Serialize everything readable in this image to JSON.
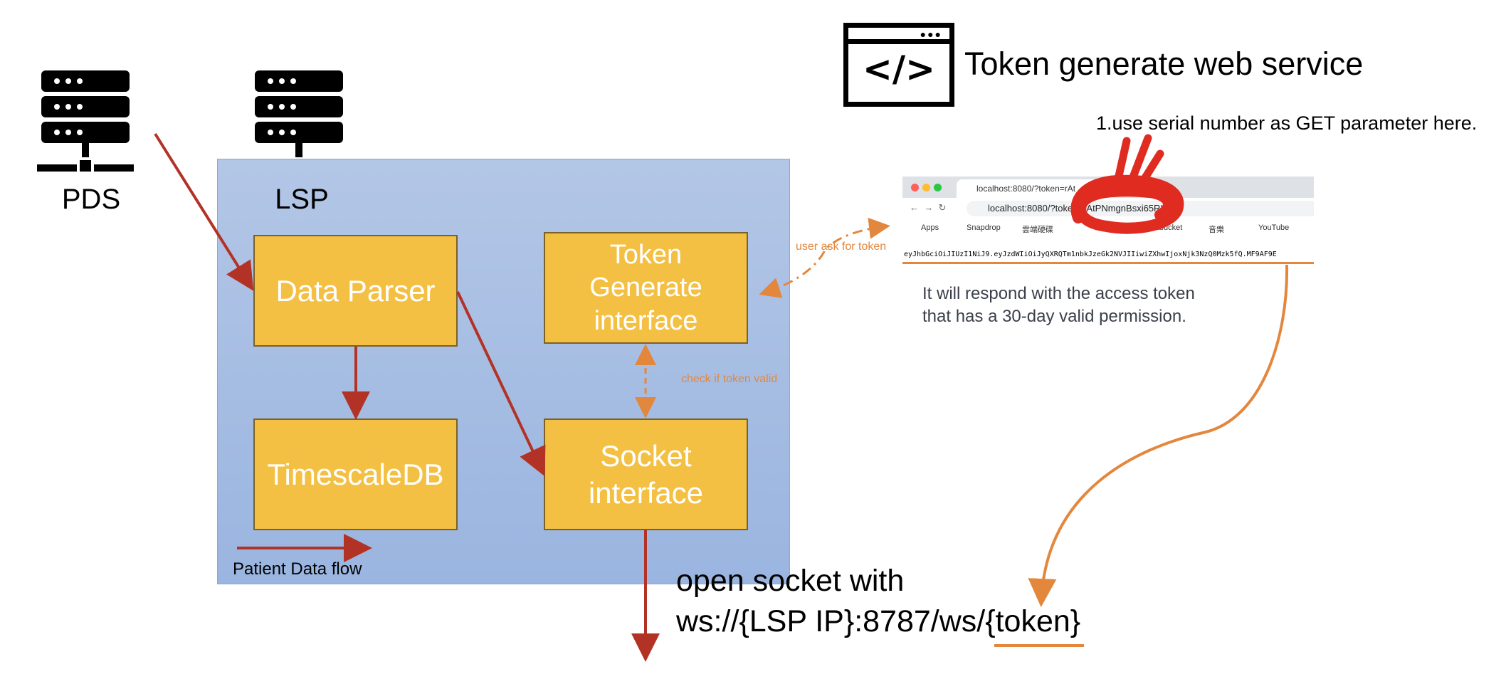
{
  "servers": {
    "pds": "PDS",
    "lsp": "LSP"
  },
  "boxes": {
    "data_parser": "Data Parser",
    "token_generate": "Token\nGenerate\ninterface",
    "timescale": "TimescaleDB",
    "socket": "Socket\ninterface"
  },
  "legend": {
    "patient_flow": "Patient Data flow"
  },
  "annotations": {
    "user_ask": "user ask for token",
    "check_valid": "check if token valid",
    "use_serial": "1.use serial number as GET parameter here.",
    "respond_line1": "It will respond with the access token",
    "respond_line2": "that has a 30-day valid permission.",
    "open_socket_line1": "open socket with",
    "open_socket_line2": "ws://{LSP IP}:8787/ws/{token}"
  },
  "web_service": {
    "title": "Token generate web service",
    "icon": "code-window-icon",
    "glyph": "</>"
  },
  "browser": {
    "tab_title": "localhost:8080/?token=rAt",
    "url": "localhost:8080/?token=rAtPNmgnBsxi65RH",
    "bookmarks": [
      "Apps",
      "Snapdrop",
      "雲端硬碟",
      "Bitbucket",
      "音樂",
      "YouTube"
    ],
    "content": "eyJhbGciOiJIUzI1NiJ9.eyJzdWIiOiJyQXRQTm1nbkJzeGk2NVJIIiwiZXhwIjoxNjk3NzQ0Mzk5fQ.MF9AF9E"
  },
  "colors": {
    "flow_arrow": "#b33226",
    "token_arrow": "#e3873d",
    "box_fill": "#f4c043",
    "panel": "#a9bfe3",
    "scribble": "#e02b20"
  }
}
